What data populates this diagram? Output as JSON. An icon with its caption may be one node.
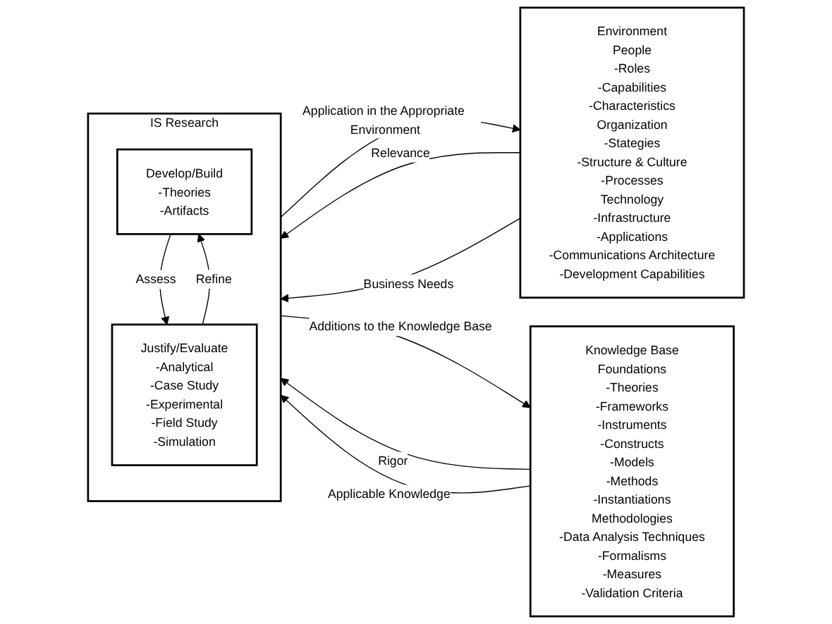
{
  "diagram": {
    "nodes": [
      {
        "text": [
          "Environment",
          "People",
          "-Roles",
          "-Capabilities",
          "-Characteristics",
          "Organization",
          "-Stategies",
          "-Structure & Culture",
          "-Processes",
          "Technology",
          "-Infrastructure",
          "-Applications",
          "-Communications Architecture",
          "-Development Capabilities"
        ]
      },
      {
        "text": [
          "IS Research"
        ]
      },
      {
        "text": [
          "Develop/Build",
          "-Theories",
          "-Artifacts"
        ],
        "in": 1
      },
      {
        "text": [
          "Justify/Evaluate",
          "-Analytical",
          "-Case Study",
          "-Experimental",
          "-Field Study",
          "-Simulation"
        ],
        "in": 1
      },
      {
        "text": [
          "Knowledge Base",
          "Foundations",
          "-Theories",
          "-Frameworks",
          "-Instruments",
          "-Constructs",
          "-Models",
          "-Methods",
          "-Instantiations",
          "Methodologies",
          "-Data Analysis Techniques",
          "-Formalisms",
          "-Measures",
          "-Validation Criteria"
        ]
      }
    ],
    "edges": [
      {
        "from": 0,
        "to": 1,
        "arrow": "to",
        "label": "Relevance"
      },
      {
        "from": 4,
        "to": 1,
        "arrow": "to",
        "label": "Rigor"
      },
      {
        "from": 0,
        "to": 1,
        "arrow": "to",
        "label": "Business Needs"
      },
      {
        "from": 4,
        "to": 1,
        "arrow": "to",
        "label": "Applicable Knowledge"
      },
      {
        "from": 2,
        "to": 3,
        "arrow": "to",
        "label": "Assess"
      },
      {
        "from": 3,
        "to": 2,
        "arrow": "to",
        "label": "Refine"
      },
      {
        "from": 1,
        "to": 0,
        "arrow": "to",
        "label": "Application in the Appropriate Environment"
      },
      {
        "from": 1,
        "to": 4,
        "arrow": "to",
        "label": "Additions to the Knowledge Base"
      }
    ]
  }
}
